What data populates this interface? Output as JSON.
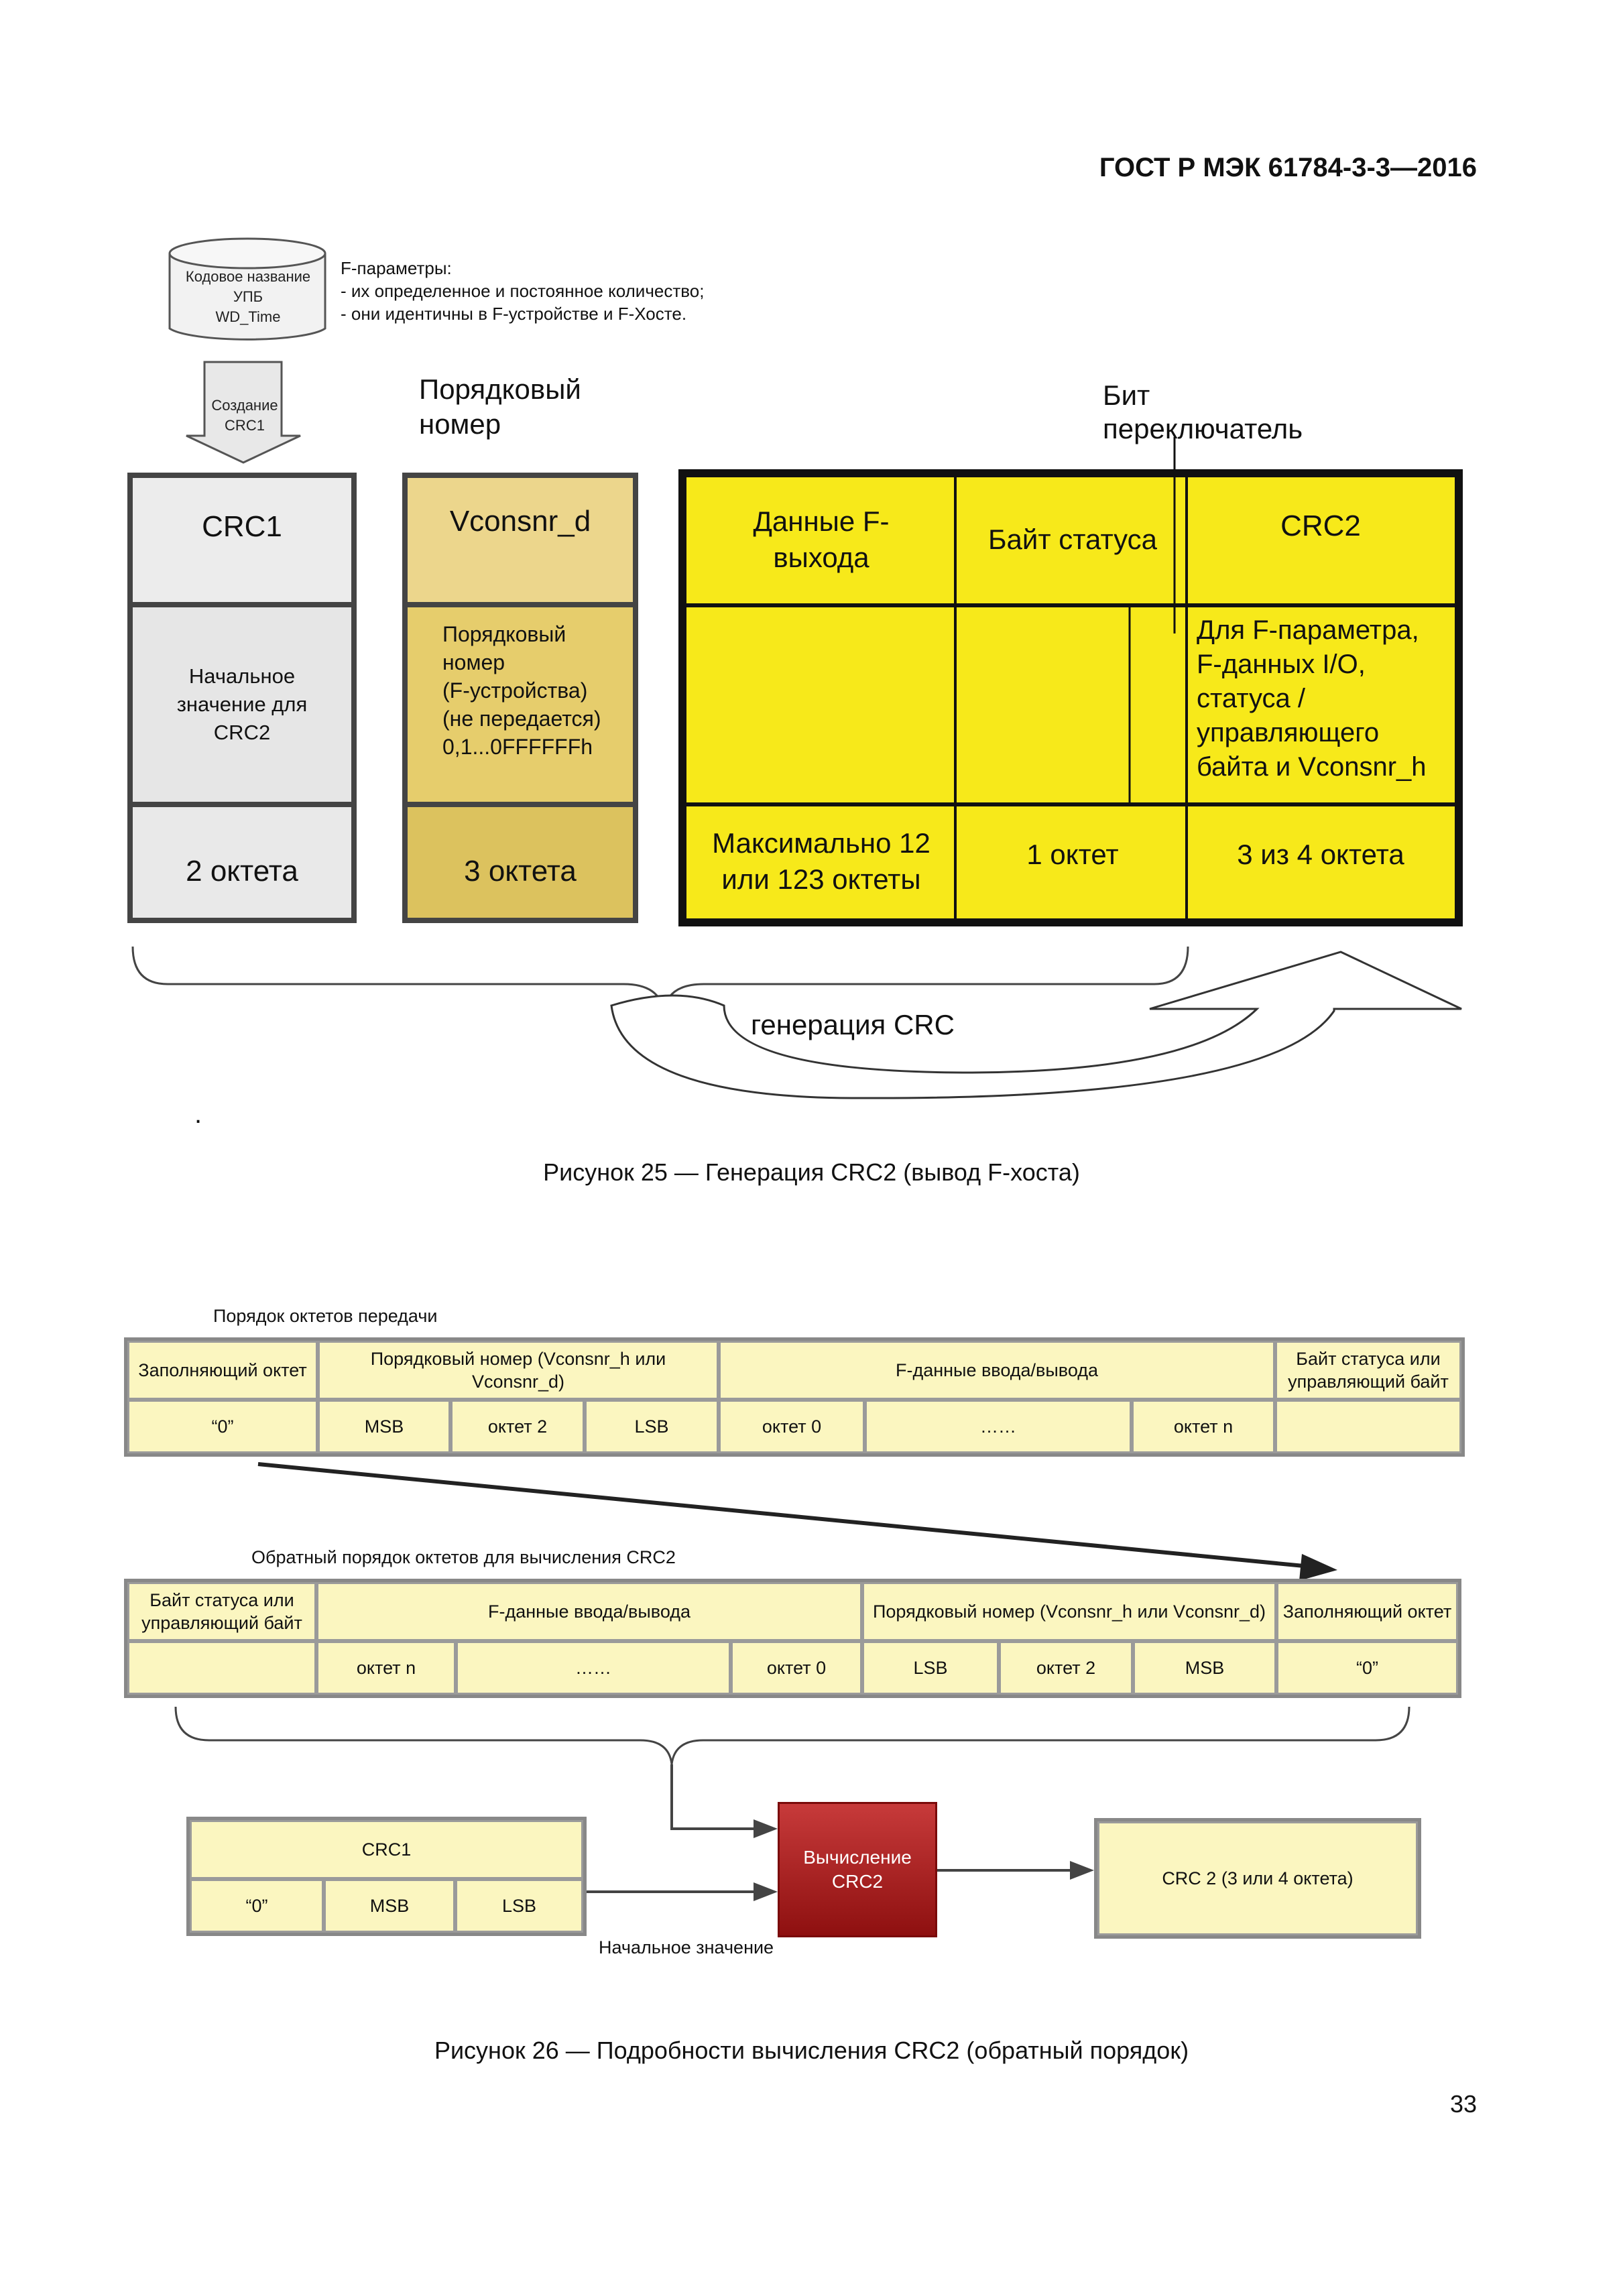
{
  "header": "ГОСТ Р МЭК 61784-3-3—2016",
  "page_number": "33",
  "fig25": {
    "db_label_lines": [
      "Кодовое название",
      "УПБ",
      "WD_Time"
    ],
    "fparams_lines": [
      "F-параметры:",
      "- их определенное и постоянное количество;",
      "- они идентичны в F-устройстве и F-Хосте."
    ],
    "create_label_lines": [
      "Создание",
      "CRC1"
    ],
    "seq_header_lines": [
      "Порядковый",
      "номер"
    ],
    "toggle_header_lines": [
      "Бит",
      "переключатель"
    ],
    "crc1": {
      "title": "CRC1",
      "desc_lines": [
        "Начальное",
        "значение для",
        "CRC2"
      ],
      "size": "2 октета"
    },
    "vcons": {
      "title": "Vconsnr_d",
      "desc_lines": [
        "Порядковый",
        "номер",
        "(F-устройства)",
        "(не передается)",
        "0,1...0FFFFFFh"
      ],
      "size": "3 октета"
    },
    "fout": {
      "title_lines": [
        "Данные F-",
        "выхода"
      ],
      "size_lines": [
        "Максимально 12",
        "или 123 октеты"
      ]
    },
    "status": {
      "title": "Байт статуса",
      "size": "1 октет"
    },
    "crc2": {
      "title": "CRC2",
      "desc_lines": [
        "Для F-параметра,",
        "F-данных I/O,",
        "статуса /",
        "управляющего",
        "байта и Vconsnr_h"
      ],
      "size": "3 из 4 октета"
    },
    "crc_gen": "генерация CRC",
    "dot": ".",
    "caption": "Рисунок 25 — Генерация CRC2 (вывод F-хоста)"
  },
  "fig26": {
    "top_label": "Порядок октетов передачи",
    "top_headers": [
      "Заполняющий октет",
      "Порядковый номер (Vconsnr_h или Vconsnr_d)",
      "F-данные ввода/вывода",
      "Байт статуса или управляющий байт"
    ],
    "top_cells": [
      "“0”",
      "MSB",
      "октет 2",
      "LSB",
      "октет 0",
      "……",
      "октет n",
      ""
    ],
    "bottom_label": "Обратный порядок октетов для вычисления CRC2",
    "bottom_headers": [
      "Байт статуса или управляющий байт",
      "F-данные ввода/вывода",
      "Порядковый номер (Vconsnr_h или Vconsnr_d)",
      "Заполняющий октет"
    ],
    "bottom_cells": [
      "",
      "октет n",
      "……",
      "октет 0",
      "LSB",
      "октет 2",
      "MSB",
      "“0”"
    ],
    "crc1_title": "CRC1",
    "crc1_cells": [
      "“0”",
      "MSB",
      "LSB"
    ],
    "calc_label_lines": [
      "Вычисление",
      "CRC2"
    ],
    "result_label": "CRC 2 (3 или 4 октета)",
    "initial_value": "Начальное значение",
    "caption": "Рисунок 26 — Подробности вычисления CRC2 (обратный порядок)"
  },
  "colors": {
    "yellow": "#f7e91a",
    "gold_light": "#ecd68c",
    "gold_dark": "#dcc25e",
    "grey_light": "#ececec",
    "cell_fill": "#fbf6c0",
    "calc_red": "#b01e1e"
  }
}
